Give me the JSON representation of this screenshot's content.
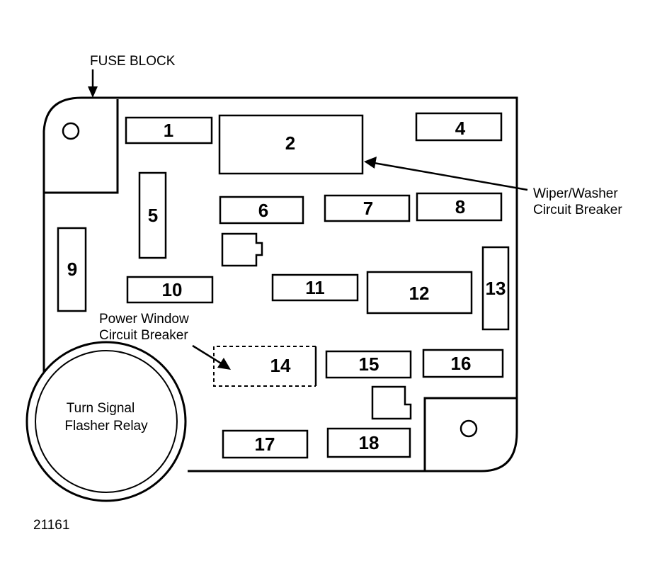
{
  "title": "FUSE BLOCK",
  "fuses": [
    "1",
    "2",
    "4",
    "5",
    "6",
    "7",
    "8",
    "9",
    "10",
    "11",
    "12",
    "13",
    "14",
    "15",
    "16",
    "17",
    "18"
  ],
  "callouts": {
    "wiper_line1": "Wiper/Washer",
    "wiper_line2": "Circuit Breaker",
    "power_line1": "Power Window",
    "power_line2": "Circuit Breaker",
    "relay_line1": "Turn Signal",
    "relay_line2": "Flasher Relay"
  },
  "figure_number": "21161"
}
